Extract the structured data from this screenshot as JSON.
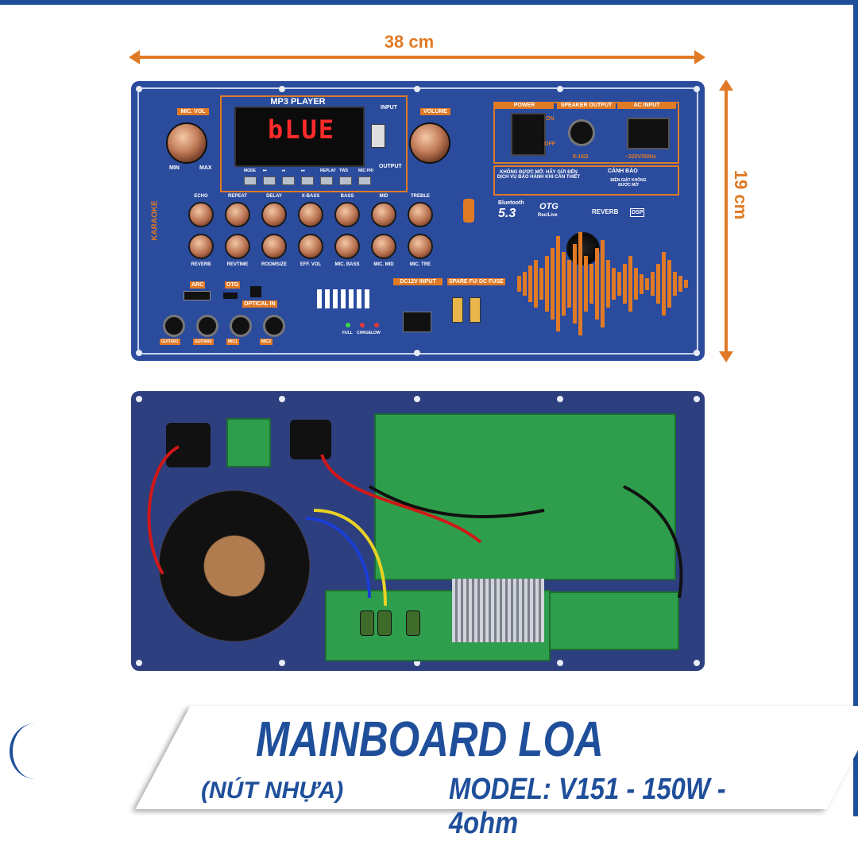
{
  "dimensions": {
    "width_label": "38 cm",
    "height_label": "19 cm"
  },
  "panel": {
    "mic_vol": "MIC. VOL",
    "volume": "VOLUME",
    "mp3_player": "MP3 PLAYER",
    "display_text": "bLUE",
    "input": "INPUT",
    "output": "OUTPUT",
    "karaoke": "KARAOKE",
    "min": "MIN",
    "max": "MAX",
    "power": "POWER",
    "on": "ON",
    "off": "OFF",
    "speaker_output": "SPEAKER OUTPUT",
    "speaker_ohm": "8-16Ω",
    "ac_input": "AC INPUT",
    "ac_spec": "~220V/50Hz",
    "warning_text": "KHÔNG ĐƯỢC MỞ. HÃY GỬI ĐẾN DỊCH VỤ BẢO HÀNH KHI CẦN THIẾT",
    "canh_bao": "CẢNH BÁO",
    "dien_giat": "ĐIỆN GIẬT KHÔNG ĐƯỢC MỞ",
    "bluetooth_label": "Bluetooth",
    "bluetooth_version": "5.3",
    "otg": "OTG",
    "rec_live": "Rec/Live",
    "reverb": "REVERB",
    "dsp": "DSP",
    "effects_top": [
      "ECHO",
      "REPEAT",
      "DELAY",
      "X-BASS",
      "BASS",
      "MID",
      "TREBLE"
    ],
    "effects_bottom": [
      "REVERB",
      "REVTIME",
      "ROOMSIZE",
      "EFF. VOL",
      "MIC. BASS",
      "MIC. MID",
      "MIC. TRE"
    ],
    "buttons": [
      "MODE",
      "⏮",
      "⏯",
      "⏭",
      "REPLAY",
      "TWS",
      "MIC PRI"
    ],
    "arc": "ARC",
    "otg_port": "OTG",
    "optical_in": "OPTICAL IN",
    "jacks": [
      "GUITAR1",
      "GUITAR2",
      "MIC1",
      "MIC2"
    ],
    "dc12v": "DC12V INPUT",
    "leds": [
      "FULL",
      "CHRGE",
      "LOW"
    ],
    "spare_fuse": "SPARE FUSE",
    "dc_fuse": "DC FUSE"
  },
  "banner": {
    "title": "MAINBOARD LOA",
    "subtitle": "(NÚT NHỰA)",
    "model": "MODEL: V151 - 150W - 4ohm"
  },
  "colors": {
    "accent": "#e07a25",
    "brand": "#1f4f9a",
    "panel": "#2b4b9d"
  }
}
